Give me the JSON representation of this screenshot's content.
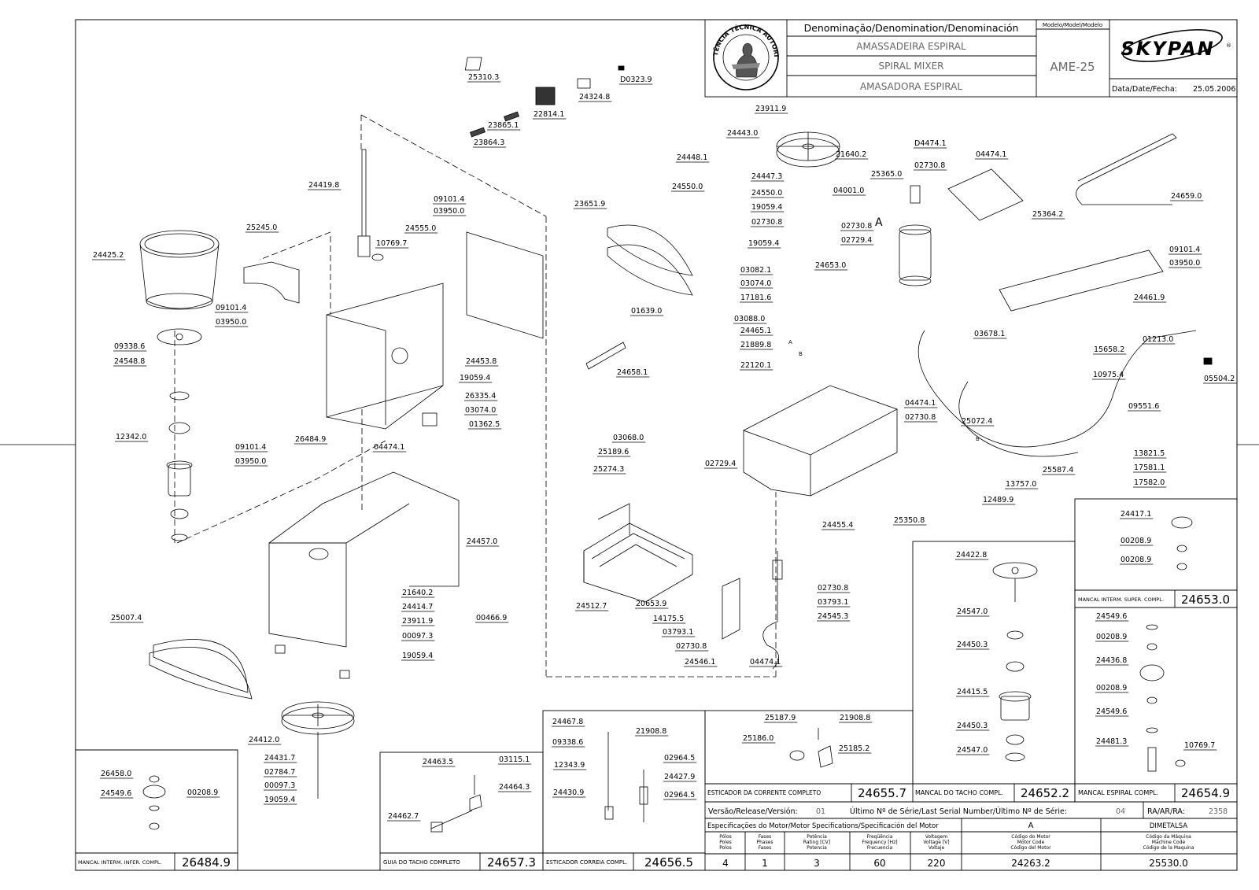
{
  "header": {
    "seal_text": "ASSISTÊNCIA TÉCNICA AUTORIZADA",
    "denomination_label": "Denominação/Denomination/Denominación",
    "name_pt": "AMASSADEIRA ESPIRAL",
    "name_en": "SPIRAL MIXER",
    "name_es": "AMASADORA ESPIRAL",
    "model_label": "Modelo/Model/Modelo",
    "model": "AME-25",
    "brand": "SKYPAN",
    "date_label": "Data/Date/Fecha:",
    "date": "25.05.2006"
  },
  "parts": [
    {
      "id": "p01",
      "text": "25310.3"
    },
    {
      "id": "p02",
      "text": "D0323.9"
    },
    {
      "id": "p03",
      "text": "24324.8"
    },
    {
      "id": "p04",
      "text": "22814.1"
    },
    {
      "id": "p05",
      "text": "23865.1"
    },
    {
      "id": "p06",
      "text": "23864.3"
    },
    {
      "id": "p07",
      "text": "24419.8"
    },
    {
      "id": "p08",
      "text": "25245.0"
    },
    {
      "id": "p09",
      "text": "24425.2"
    },
    {
      "id": "p10",
      "text": "09101.4"
    },
    {
      "id": "p11",
      "text": "03950.0"
    },
    {
      "id": "p12",
      "text": "24555.0"
    },
    {
      "id": "p13",
      "text": "10769.7"
    },
    {
      "id": "p14",
      "text": "09101.4"
    },
    {
      "id": "p15",
      "text": "03950.0"
    },
    {
      "id": "p16",
      "text": "09338.6"
    },
    {
      "id": "p17",
      "text": "24548.8"
    },
    {
      "id": "p18",
      "text": "24453.8"
    },
    {
      "id": "p19",
      "text": "19059.4"
    },
    {
      "id": "p20",
      "text": "26335.4"
    },
    {
      "id": "p21",
      "text": "03074.0"
    },
    {
      "id": "p22",
      "text": "01362.5"
    },
    {
      "id": "p23",
      "text": "12342.0"
    },
    {
      "id": "p24",
      "text": "09101.4"
    },
    {
      "id": "p25",
      "text": "03950.0"
    },
    {
      "id": "p26",
      "text": "26484.9"
    },
    {
      "id": "p27",
      "text": "04474.1"
    },
    {
      "id": "p28",
      "text": "24457.0"
    },
    {
      "id": "p29",
      "text": "25007.4"
    },
    {
      "id": "p30",
      "text": "21640.2"
    },
    {
      "id": "p31",
      "text": "24414.7"
    },
    {
      "id": "p32",
      "text": "23911.9"
    },
    {
      "id": "p33",
      "text": "00466.9"
    },
    {
      "id": "p34",
      "text": "00097.3"
    },
    {
      "id": "p35",
      "text": "19059.4"
    },
    {
      "id": "p36",
      "text": "24412.0"
    },
    {
      "id": "p37",
      "text": "24431.7"
    },
    {
      "id": "p38",
      "text": "02784.7"
    },
    {
      "id": "p39",
      "text": "00097.3"
    },
    {
      "id": "p40",
      "text": "19059.4"
    },
    {
      "id": "p41",
      "text": "23911.9"
    },
    {
      "id": "p42",
      "text": "24443.0"
    },
    {
      "id": "p43",
      "text": "21640.2"
    },
    {
      "id": "p44",
      "text": "24448.1"
    },
    {
      "id": "p45",
      "text": "24550.0"
    },
    {
      "id": "p46",
      "text": "24447.3"
    },
    {
      "id": "p47",
      "text": "24550.0"
    },
    {
      "id": "p48",
      "text": "25365.0"
    },
    {
      "id": "p49",
      "text": "D4474.1"
    },
    {
      "id": "p50",
      "text": "02730.8"
    },
    {
      "id": "p51",
      "text": "04474.1"
    },
    {
      "id": "p52",
      "text": "04001.0"
    },
    {
      "id": "p53",
      "text": "24659.0"
    },
    {
      "id": "p54",
      "text": "23651.9"
    },
    {
      "id": "p55",
      "text": "19059.4"
    },
    {
      "id": "p56",
      "text": "02730.8"
    },
    {
      "id": "p57",
      "text": "25364.2"
    },
    {
      "id": "p58",
      "text": "02730.8"
    },
    {
      "id": "p59",
      "text": "02729.4"
    },
    {
      "id": "p60",
      "text": "19059.4"
    },
    {
      "id": "p61",
      "text": "24653.0"
    },
    {
      "id": "p62",
      "text": "09101.4"
    },
    {
      "id": "p63",
      "text": "03950.0"
    },
    {
      "id": "p64",
      "text": "03082.1"
    },
    {
      "id": "p65",
      "text": "03074.0"
    },
    {
      "id": "p66",
      "text": "17181.6"
    },
    {
      "id": "p67",
      "text": "24461.9"
    },
    {
      "id": "p68",
      "text": "01639.0"
    },
    {
      "id": "p69",
      "text": "03088.0"
    },
    {
      "id": "p70",
      "text": "24465.1"
    },
    {
      "id": "p71",
      "text": "21889.8"
    },
    {
      "id": "p72",
      "text": "03678.1"
    },
    {
      "id": "p73",
      "text": "01213.0"
    },
    {
      "id": "p74",
      "text": "15658.2"
    },
    {
      "id": "p75",
      "text": "24658.1"
    },
    {
      "id": "p76",
      "text": "22120.1"
    },
    {
      "id": "p77",
      "text": "10975.4"
    },
    {
      "id": "p78",
      "text": "05504.2"
    },
    {
      "id": "p79",
      "text": "04474.1"
    },
    {
      "id": "p80",
      "text": "02730.8"
    },
    {
      "id": "p81",
      "text": "09551.6"
    },
    {
      "id": "p82",
      "text": "25072.4"
    },
    {
      "id": "p83",
      "text": "03068.0"
    },
    {
      "id": "p84",
      "text": "25189.6"
    },
    {
      "id": "p85",
      "text": "25274.3"
    },
    {
      "id": "p86",
      "text": "02729.4"
    },
    {
      "id": "p87",
      "text": "13821.5"
    },
    {
      "id": "p88",
      "text": "17581.1"
    },
    {
      "id": "p89",
      "text": "25587.4"
    },
    {
      "id": "p90",
      "text": "17582.0"
    },
    {
      "id": "p91",
      "text": "13757.0"
    },
    {
      "id": "p92",
      "text": "12489.9"
    },
    {
      "id": "p93",
      "text": "24455.4"
    },
    {
      "id": "p94",
      "text": "25350.8"
    },
    {
      "id": "p95",
      "text": "24512.7"
    },
    {
      "id": "p96",
      "text": "20653.9"
    },
    {
      "id": "p97",
      "text": "14175.5"
    },
    {
      "id": "p98",
      "text": "03793.1"
    },
    {
      "id": "p99",
      "text": "02730.8"
    },
    {
      "id": "p100",
      "text": "24546.1"
    },
    {
      "id": "p101",
      "text": "04474.1"
    },
    {
      "id": "p102",
      "text": "02730.8"
    },
    {
      "id": "p103",
      "text": "03793.1"
    },
    {
      "id": "p104",
      "text": "24545.3"
    },
    {
      "id": "p105",
      "text": "24422.8"
    },
    {
      "id": "p106",
      "text": "24547.0"
    },
    {
      "id": "p107",
      "text": "24450.3"
    },
    {
      "id": "p108",
      "text": "24415.5"
    },
    {
      "id": "p109",
      "text": "24450.3"
    },
    {
      "id": "p110",
      "text": "24547.0"
    },
    {
      "id": "p111",
      "text": "24417.1"
    },
    {
      "id": "p112",
      "text": "00208.9"
    },
    {
      "id": "p113",
      "text": "00208.9"
    },
    {
      "id": "p114",
      "text": "24549.6"
    },
    {
      "id": "p115",
      "text": "00208.9"
    },
    {
      "id": "p116",
      "text": "24436.8"
    },
    {
      "id": "p117",
      "text": "00208.9"
    },
    {
      "id": "p118",
      "text": "24549.6"
    },
    {
      "id": "p119",
      "text": "24481.3"
    },
    {
      "id": "p120",
      "text": "10769.7"
    },
    {
      "id": "p121",
      "text": "26458.0"
    },
    {
      "id": "p122",
      "text": "24549.6"
    },
    {
      "id": "p123",
      "text": "00208.9"
    },
    {
      "id": "p124",
      "text": "24463.5"
    },
    {
      "id": "p125",
      "text": "03115.1"
    },
    {
      "id": "p126",
      "text": "24464.3"
    },
    {
      "id": "p127",
      "text": "24462.7"
    },
    {
      "id": "p128",
      "text": "24467.8"
    },
    {
      "id": "p129",
      "text": "21908.8"
    },
    {
      "id": "p130",
      "text": "09338.6"
    },
    {
      "id": "p131",
      "text": "12343.9"
    },
    {
      "id": "p132",
      "text": "02964.5"
    },
    {
      "id": "p133",
      "text": "24427.9"
    },
    {
      "id": "p134",
      "text": "02964.5"
    },
    {
      "id": "p135",
      "text": "24430.9"
    },
    {
      "id": "p136",
      "text": "25187.9"
    },
    {
      "id": "p137",
      "text": "21908.8"
    },
    {
      "id": "p138",
      "text": "25186.0"
    },
    {
      "id": "p139",
      "text": "25185.2"
    }
  ],
  "markers": {
    "a1": "A",
    "a2": "A",
    "b": "B",
    "b2": "B"
  },
  "subassemblies": [
    {
      "id": "s1",
      "label": "MANCAL INTERM. SUPER. COMPL.",
      "code": "24653.0"
    },
    {
      "id": "s2",
      "label": "MANCAL ESPIRAL COMPL.",
      "code": "24654.9"
    },
    {
      "id": "s3",
      "label": "MANCAL DO TACHO COMPL.",
      "code": "24652.2"
    },
    {
      "id": "s4",
      "label": "ESTICADOR DA CORRENTE COMPLETO",
      "code": "24655.7"
    },
    {
      "id": "s5",
      "label": "ESTICADOR CORREIA COMPL.",
      "code": "24656.5"
    },
    {
      "id": "s6",
      "label": "GUIA DO TACHO COMPLETO",
      "code": "24657.3"
    },
    {
      "id": "s7",
      "label": "MANCAL INTERM. INFER. COMPL.",
      "code": "26484.9"
    }
  ],
  "revision": {
    "version_label": "Versão/Release/Versión:",
    "version": "01",
    "serial_label": "Último Nº de Série/Last Serial Number/Último Nº de Série:",
    "serial": "04",
    "ra_label": "RA/AR/RA:",
    "ra": "2358"
  },
  "motor": {
    "title": "Especificações do Motor/Motor Specifications/Specificación del Motor",
    "ref": "A",
    "maker": "DIMETALSA",
    "headers": [
      {
        "l1": "Pólos",
        "l2": "Poles",
        "l3": "Polos"
      },
      {
        "l1": "Fases",
        "l2": "Phases",
        "l3": "Fases"
      },
      {
        "l1": "Potência",
        "l2": "Rating [CV]",
        "l3": "Potencia"
      },
      {
        "l1": "Freqüência",
        "l2": "Frequency [Hz]",
        "l3": "Frecuencia"
      },
      {
        "l1": "Voltagem",
        "l2": "Voltage [V]",
        "l3": "Voltaje"
      },
      {
        "l1": "Código do Motor",
        "l2": "Motor Code",
        "l3": "Código del Motor"
      },
      {
        "l1": "Código da Máquina",
        "l2": "Machine Code",
        "l3": "Código de la Maquina"
      }
    ],
    "values": [
      "4",
      "1",
      "3",
      "60",
      "220",
      "24263.2",
      "25530.0"
    ]
  }
}
